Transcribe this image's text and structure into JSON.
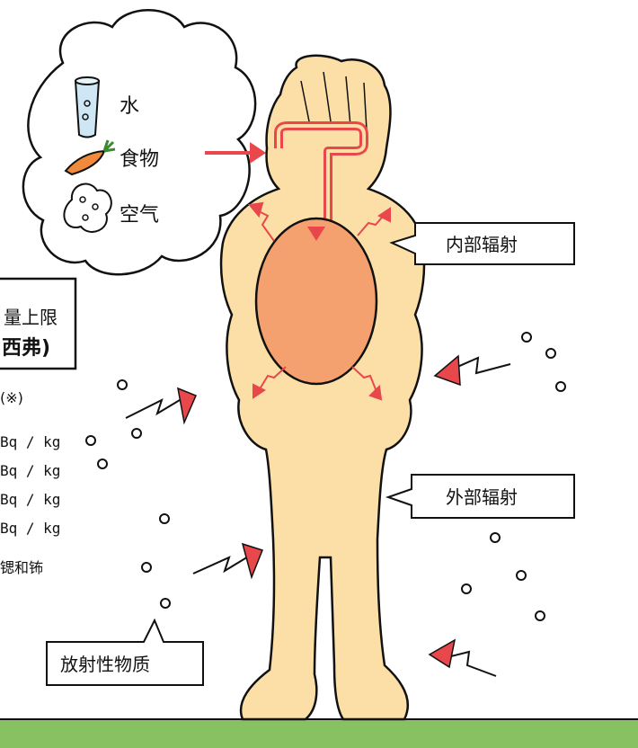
{
  "sources": {
    "water": "水",
    "food": "食物",
    "air": "空气"
  },
  "callouts": {
    "internal": "内部辐射",
    "external": "外部辐射",
    "radioactive": "放射性物质"
  },
  "limit_box": {
    "title_fragment": "量上限",
    "unit_fragment": "西弗)"
  },
  "limits_list": {
    "note_fragment": "(※)",
    "rows": [
      "Bq / kg",
      "Bq / kg",
      "Bq / kg",
      "Bq / kg"
    ],
    "footnote_fragment": "锶和钸"
  },
  "colors": {
    "skin": "#fbdfa7",
    "organ": "#f4a06f",
    "arrow_red": "#e8474b",
    "ground": "#88c161",
    "outline": "#111111"
  },
  "icons": [
    "water-glass-icon",
    "carrot-icon",
    "air-particle-icon",
    "red-arrow-icon",
    "lightning-arrow-icon"
  ]
}
